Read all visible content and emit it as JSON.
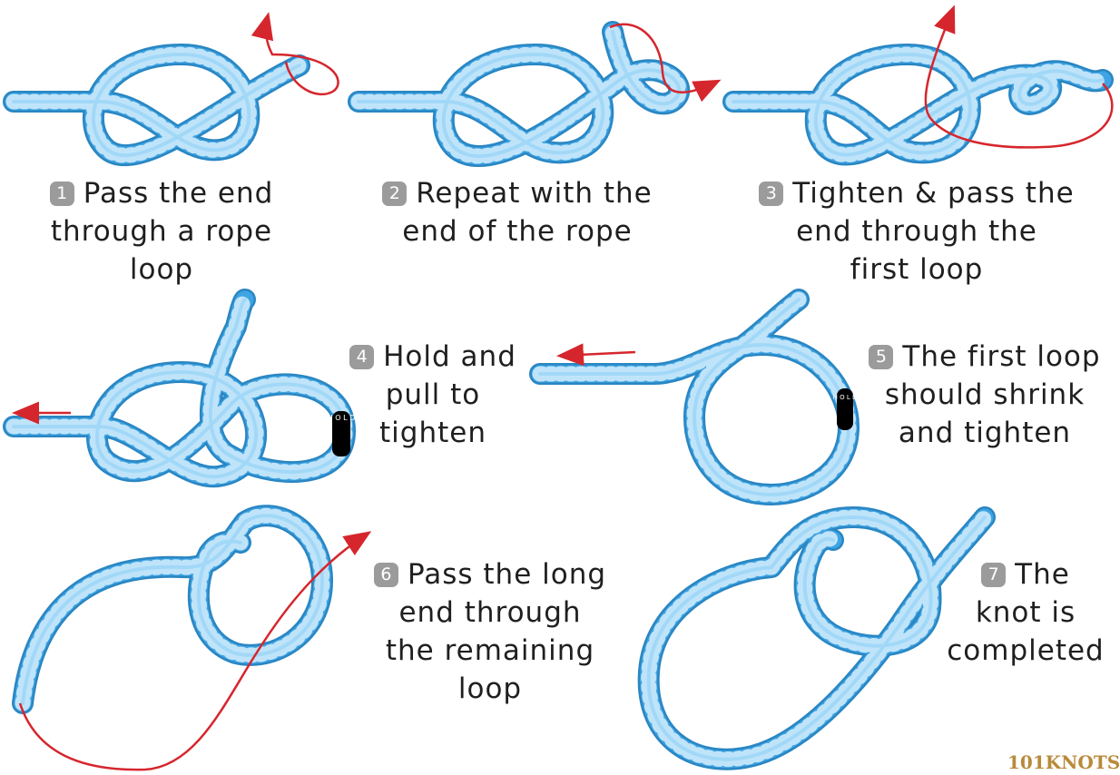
{
  "steps": [
    {
      "num": "1",
      "lines": [
        "Pass the end",
        "through a rope",
        "loop"
      ]
    },
    {
      "num": "2",
      "lines": [
        "Repeat with the",
        "end of the rope"
      ]
    },
    {
      "num": "3",
      "lines": [
        "Tighten & pass the",
        "end through the",
        "first loop"
      ]
    },
    {
      "num": "4",
      "lines": [
        "Hold and",
        "pull to",
        "tighten"
      ]
    },
    {
      "num": "5",
      "lines": [
        "The first loop",
        "should shrink",
        "and tighten"
      ]
    },
    {
      "num": "6",
      "lines": [
        "Pass the long",
        "end through",
        "the remaining",
        "loop"
      ]
    },
    {
      "num": "7",
      "lines": [
        "The",
        "knot is",
        "completed"
      ]
    }
  ],
  "hold_label": "HOLD",
  "brand": "101KNOTS",
  "colors": {
    "rope": "#3fa4e3",
    "rope_edge": "#2a86c2",
    "arrow": "#d6262d",
    "badge": "#9b9b9b",
    "hold": "#000000"
  }
}
